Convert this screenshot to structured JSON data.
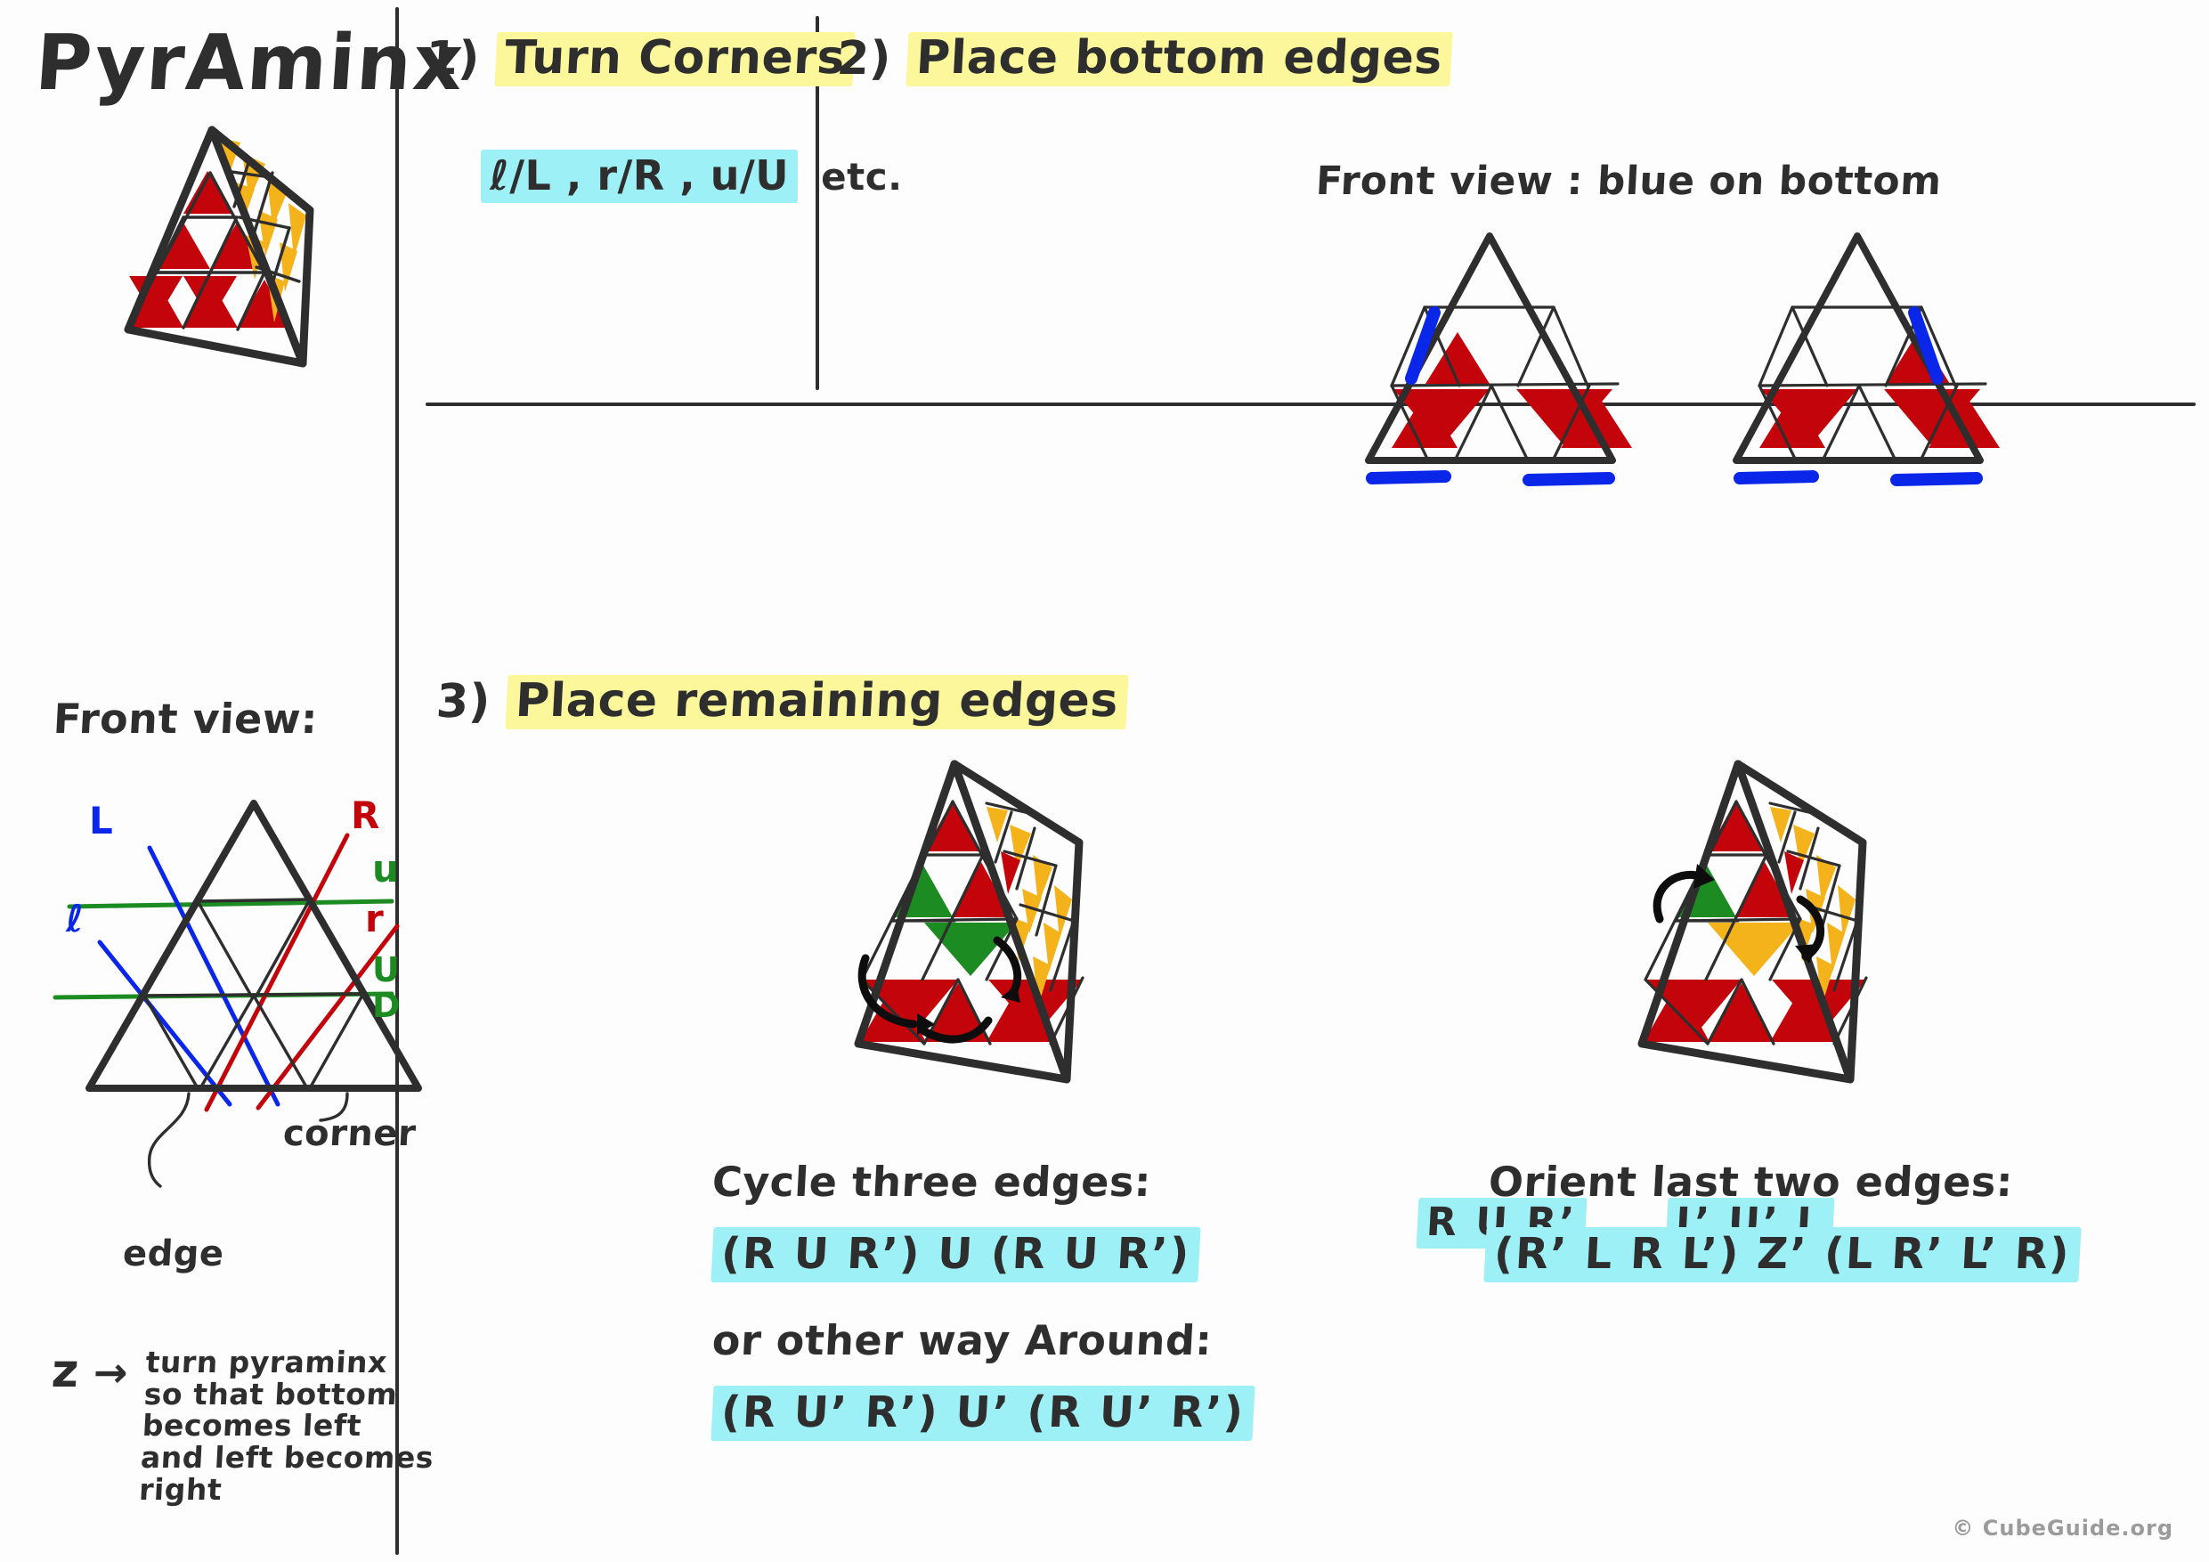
{
  "title": "PyrAminx",
  "copyright": "© CubeGuide.org",
  "colors": {
    "ink": "#2e2e2e",
    "red": "#c3040b",
    "yellow": "#f5b31b",
    "green": "#1c8b22",
    "blue": "#0a26e8",
    "highlight_yellow": "#fbf79a",
    "highlight_cyan": "#9df0f5",
    "label_L": "#0a26e8",
    "label_R": "#c3040b",
    "label_u": "#1c8b22",
    "label_UD": "#1c8b22"
  },
  "left_column": {
    "front_view_label": "Front view:",
    "axis_labels": {
      "L": "L",
      "l": "ℓ",
      "R": "R",
      "r": "r",
      "u": "u",
      "U": "U",
      "D": "D"
    },
    "corner_label": "corner",
    "edge_label": "edge",
    "z_note": {
      "glyph": "z",
      "arrow": "→",
      "text": "turn pyraminx\nso that bottom\nbecomes left\nand left becomes\nright"
    }
  },
  "steps": [
    {
      "number": "1)",
      "title": "Turn Corners",
      "moves": "ℓ/L , r/R , u/U",
      "moves_suffix": "etc."
    },
    {
      "number": "2)",
      "title": "Place bottom edges",
      "subtitle": "Front view : blue on bottom",
      "diagrams": [
        {
          "alg": "R U R’"
        },
        {
          "alg": "L’ U’ L"
        }
      ]
    },
    {
      "number": "3)",
      "title": "Place remaining edges",
      "captions": {
        "cycle_label": "Cycle three edges:",
        "cycle_alg": "(R U R’) U (R U R’)",
        "other_label": "or other way Around:",
        "other_alg": "(R U’ R’) U’ (R U’ R’)",
        "orient_label": "Orient last two edges:",
        "orient_alg": "(R’ L R L’) Z’ (L R’ L’ R)"
      }
    }
  ]
}
